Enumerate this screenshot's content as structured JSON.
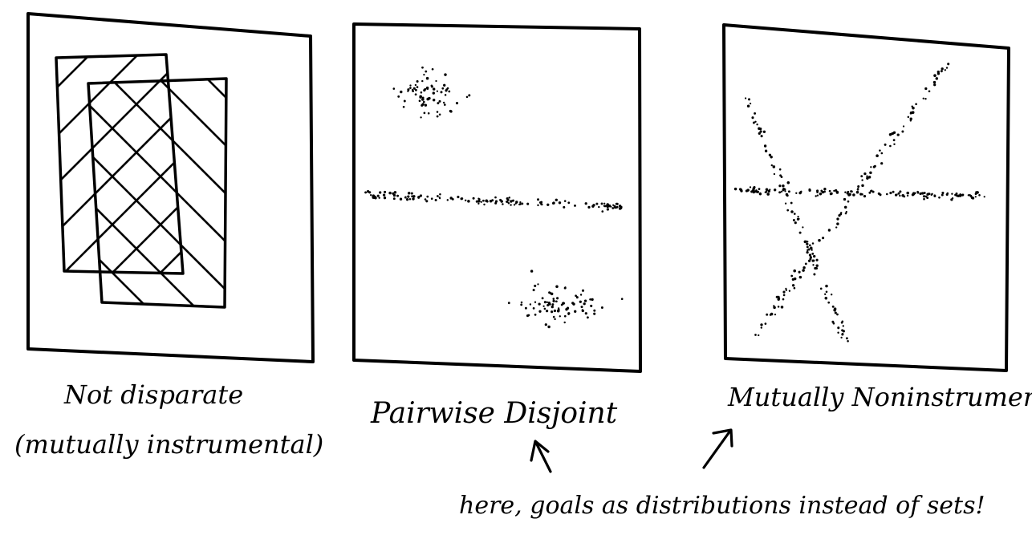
{
  "panels": [
    {
      "id": "not-disparate",
      "caption_line1": "Not disparate",
      "caption_line2": "(mutually instrumental)"
    },
    {
      "id": "pairwise-disjoint",
      "caption_line1": "Pairwise Disjoint"
    },
    {
      "id": "mutually-noninstrumental",
      "caption_line1": "Mutually Noninstrumental"
    }
  ],
  "note": "here, goals as distributions instead of sets!",
  "colors": {
    "ink": "#000000",
    "background": "#ffffff"
  }
}
